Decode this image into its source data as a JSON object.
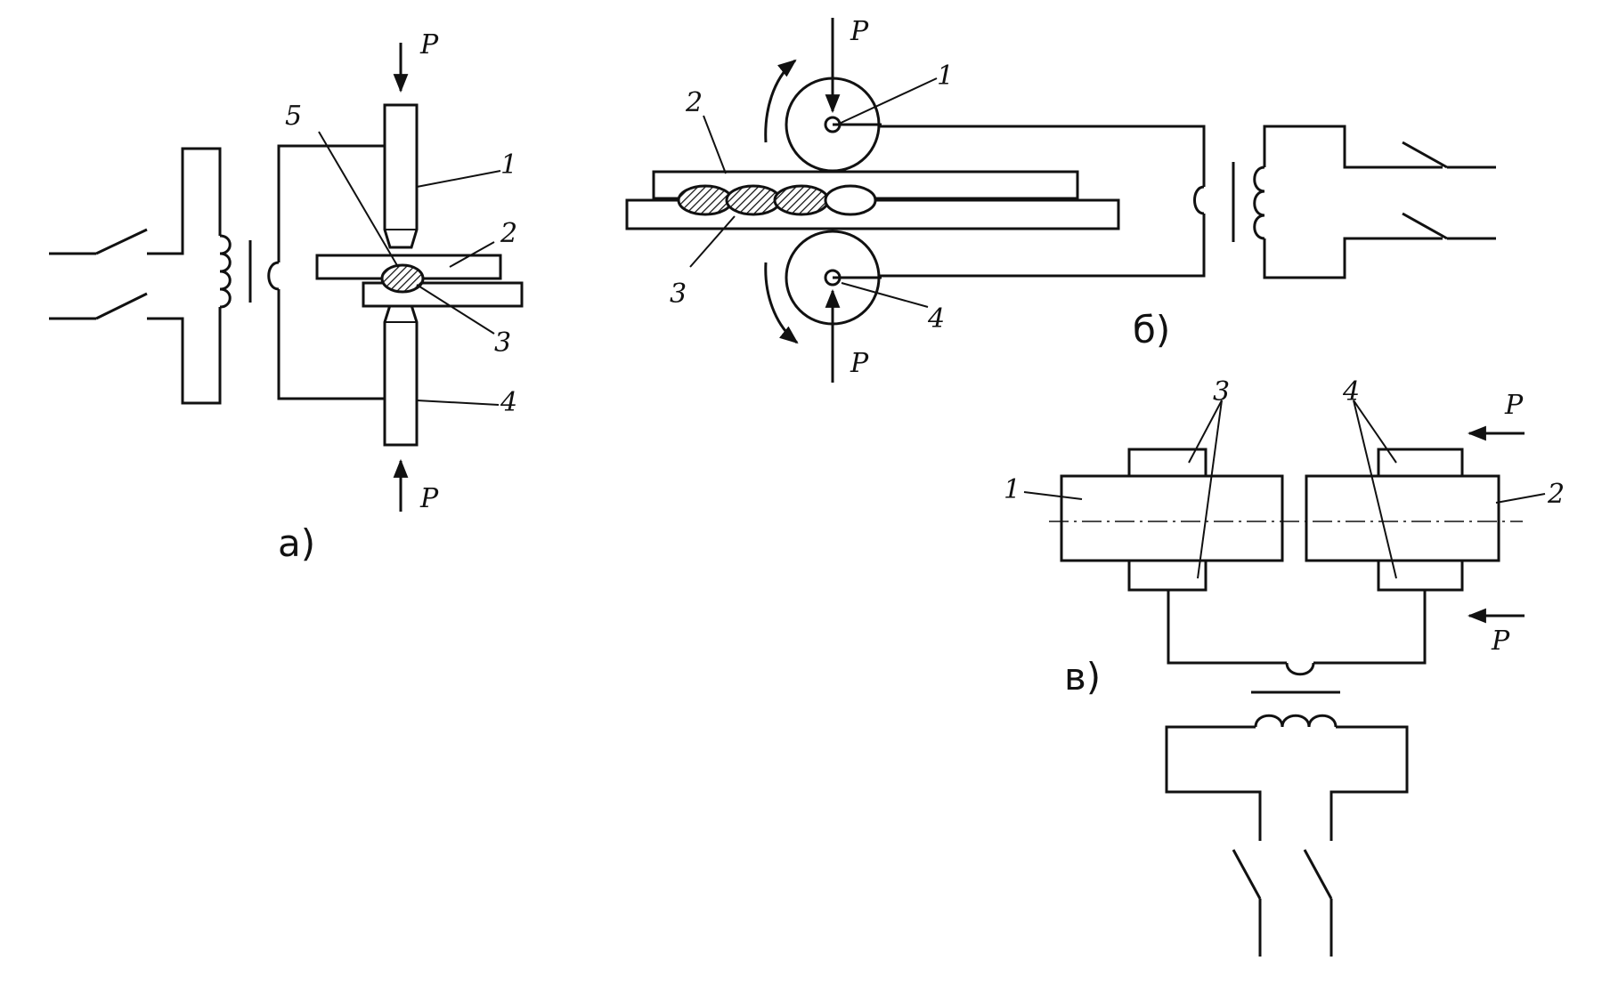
{
  "diagram": {
    "captions": {
      "a": "а)",
      "b": "б)",
      "c": "в)"
    },
    "force_label": "P",
    "spot": {
      "labels": [
        "1",
        "2",
        "3",
        "4",
        "5"
      ]
    },
    "seam": {
      "labels": [
        "1",
        "2",
        "3",
        "4"
      ]
    },
    "butt": {
      "labels": [
        "1",
        "2",
        "3",
        "4"
      ]
    }
  }
}
